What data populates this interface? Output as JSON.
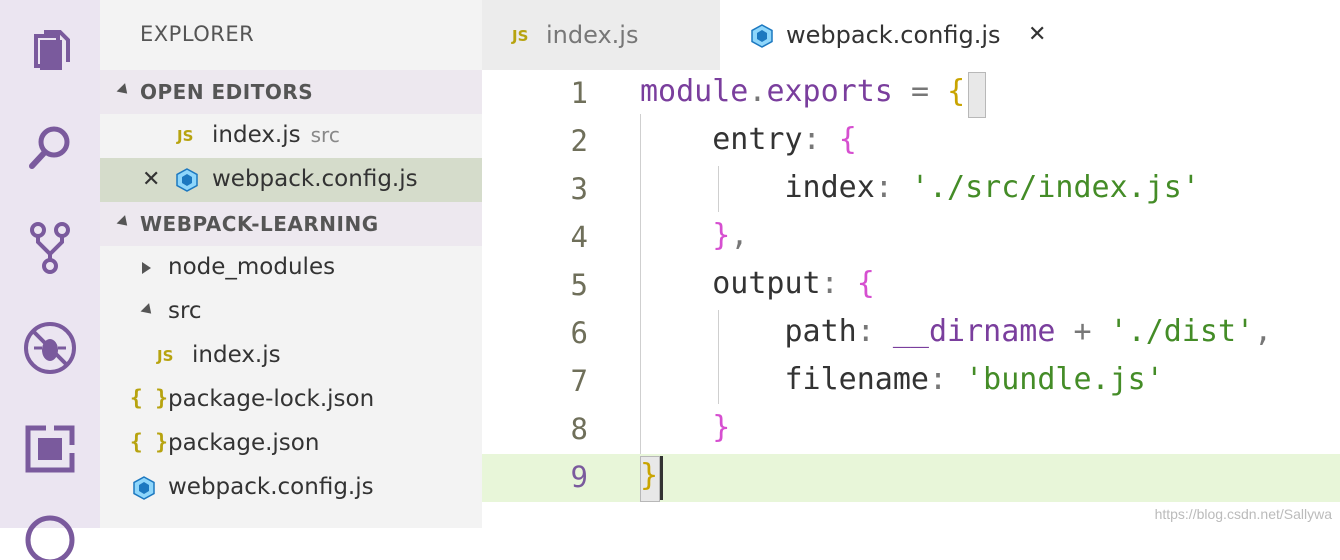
{
  "sidebar": {
    "title": "EXPLORER",
    "open_editors_label": "OPEN EDITORS",
    "open_editors": [
      {
        "name": "index.js",
        "desc": "src",
        "type": "js"
      },
      {
        "name": "webpack.config.js",
        "desc": "",
        "type": "webpack",
        "selected": true
      }
    ],
    "project_label": "WEBPACK-LEARNING",
    "tree": [
      {
        "name": "node_modules",
        "type": "folder-collapsed"
      },
      {
        "name": "src",
        "type": "folder-expanded"
      },
      {
        "name": "index.js",
        "type": "js"
      },
      {
        "name": "package-lock.json",
        "type": "json"
      },
      {
        "name": "package.json",
        "type": "json"
      },
      {
        "name": "webpack.config.js",
        "type": "webpack"
      }
    ]
  },
  "tabs": [
    {
      "label": "index.js",
      "active": false,
      "icon": "js-icon"
    },
    {
      "label": "webpack.config.js",
      "active": true,
      "icon": "webpack-cube-icon"
    }
  ],
  "badges": {
    "js": "JS",
    "json": "{ }"
  },
  "editor": {
    "line_numbers": [
      "1",
      "2",
      "3",
      "4",
      "5",
      "6",
      "7",
      "8",
      "9"
    ],
    "current_line": 9
  },
  "watermark": "https://blog.csdn.net/Sallywa",
  "colors": {
    "keyword": "#7a3e9d",
    "string": "#448c27",
    "brace": "#d64fd0",
    "activity_bar": "#ebe5f1"
  }
}
